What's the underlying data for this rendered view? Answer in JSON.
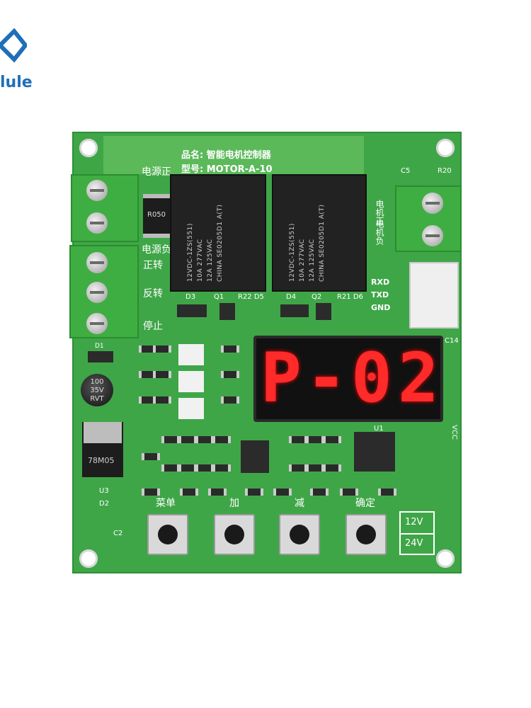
{
  "logo": {
    "text": "lule",
    "icon": "blue-diamond-logo-icon"
  },
  "board": {
    "name_line": "品名: 智能电机控制器",
    "model_line": "型号: MOTOR-A-10",
    "power_pos": "电源正",
    "power_neg": "电源负",
    "forward": "正转",
    "reverse": "反转",
    "stop": "停止",
    "motor_pos": "电机正",
    "motor_neg": "电机负",
    "rxd": "RXD",
    "txd": "TXD",
    "gnd": "GND",
    "vcc": "VCC",
    "v12": "12V",
    "v24": "24V",
    "shunt": "R050",
    "relay_text": "12VDC-1ZS(551)\n10A 277VAC\n12A 125VAC\nCHINA SE0205D1 A(T)",
    "cap_text": "100\n35V\nRVT",
    "regulator": "78M05",
    "u3": "U3",
    "d2": "D2",
    "c2": "C2",
    "c5": "C5",
    "r20": "R20",
    "c14": "C14",
    "u1": "U1",
    "d1": "D1",
    "d3": "D3",
    "q1": "Q1",
    "r22d5": "R22 D5",
    "d4": "D4",
    "q2": "Q2",
    "r21d6": "R21 D6"
  },
  "display": {
    "digits": [
      "P",
      "-",
      "0",
      "2"
    ]
  },
  "buttons": [
    {
      "label": "菜单"
    },
    {
      "label": "加"
    },
    {
      "label": "减"
    },
    {
      "label": "确定"
    }
  ]
}
